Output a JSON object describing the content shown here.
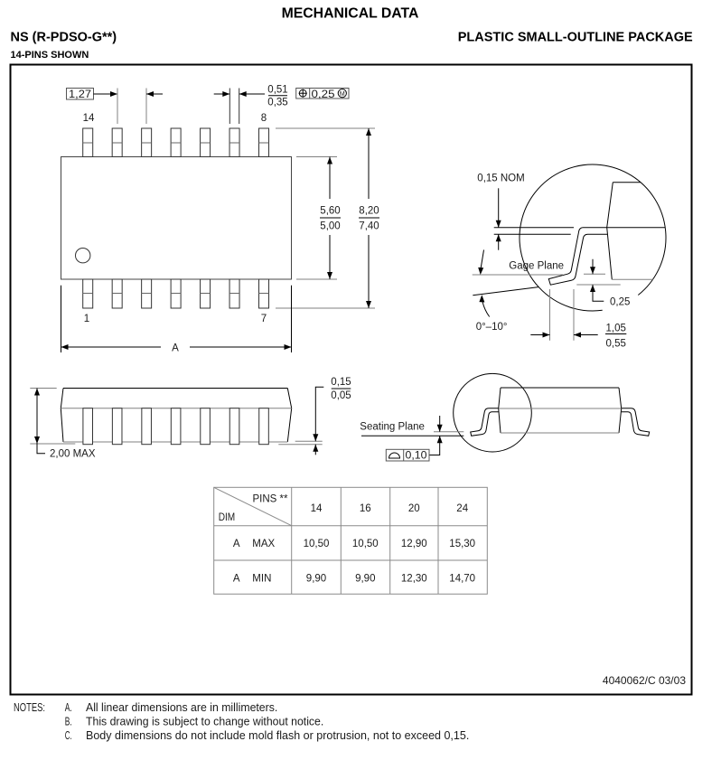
{
  "header": {
    "title": "MECHANICAL DATA",
    "package_designator": "NS (R-PDSO-G**)",
    "package_type": "PLASTIC SMALL-OUTLINE PACKAGE",
    "pins_shown": "14-PINS SHOWN"
  },
  "top_view": {
    "pins_per_side": 7,
    "pin_labels": {
      "upper_left": "14",
      "upper_right": "8",
      "lower_left": "1",
      "lower_right": "7"
    },
    "pin_pitch": "1,27",
    "lead_width": {
      "max": "0,51",
      "min": "0,35"
    },
    "position_tolerance": {
      "symbol_icon": "position-icon",
      "value": "0,25",
      "modifier_icon": "maximum-material-condition-icon",
      "modifier_letter": "M"
    },
    "body_width": {
      "max": "5,60",
      "min": "5,00"
    },
    "overall_width": {
      "max": "8,20",
      "min": "7,40"
    },
    "body_length_label": "A"
  },
  "side_view": {
    "package_height": "2,00 MAX",
    "standoff": {
      "max": "0,15",
      "min": "0,05"
    }
  },
  "seating_view": {
    "seating_plane_label": "Seating Plane",
    "coplanarity": {
      "symbol_icon": "profile-of-surface-icon",
      "value": "0,10"
    }
  },
  "lead_detail": {
    "lead_thickness": "0,15 NOM",
    "gage_plane_label": "Gage Plane",
    "gage_plane_height": "0,25",
    "foot_angle": "0°–10°",
    "foot_length": {
      "max": "1,05",
      "min": "0,55"
    }
  },
  "dimension_table": {
    "corner": {
      "pins_header": "PINS **",
      "dim_header": "DIM"
    },
    "pin_counts": [
      "14",
      "16",
      "20",
      "24"
    ],
    "rows": [
      {
        "dim": "A",
        "limit": "MAX",
        "values": [
          "10,50",
          "10,50",
          "12,90",
          "15,30"
        ]
      },
      {
        "dim": "A",
        "limit": "MIN",
        "values": [
          "9,90",
          "9,90",
          "12,30",
          "14,70"
        ]
      }
    ]
  },
  "drawing_number": "4040062/C 03/03",
  "notes": {
    "label": "NOTES:",
    "items": [
      {
        "letter": "A.",
        "text": "All linear dimensions are in millimeters."
      },
      {
        "letter": "B.",
        "text": "This drawing is subject to change without notice."
      },
      {
        "letter": "C.",
        "text": "Body dimensions do not include mold flash or protrusion, not to exceed 0,15."
      }
    ]
  }
}
